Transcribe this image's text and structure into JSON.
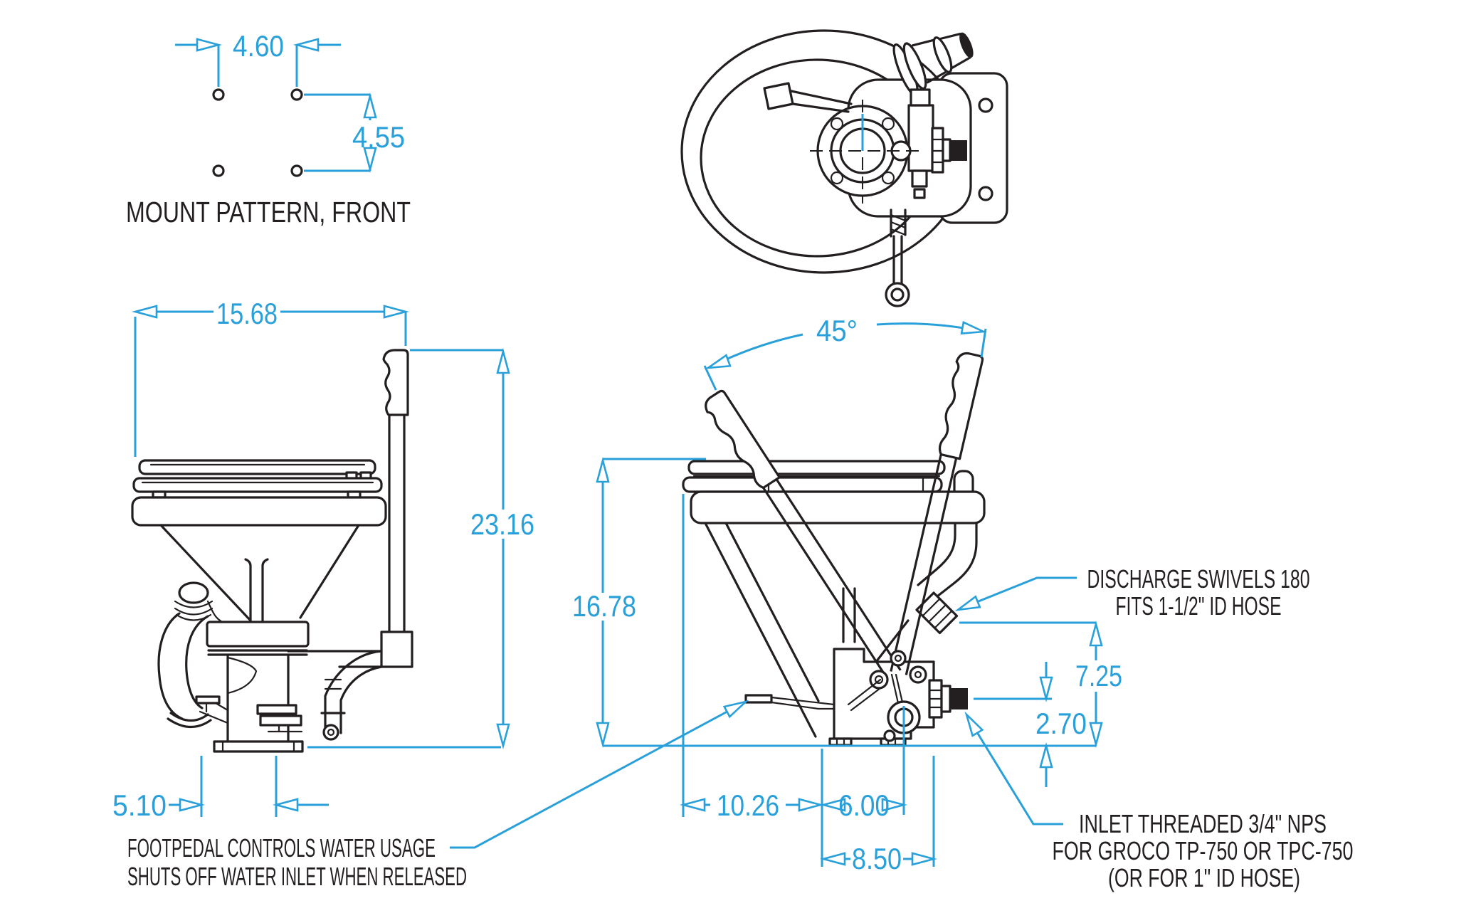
{
  "colors": {
    "dimension_blue": "#2aa0da",
    "line_black": "#231f20",
    "background": "#ffffff"
  },
  "labels": {
    "mount_pattern": "MOUNT PATTERN, FRONT"
  },
  "dims": {
    "mount_width": "4.60",
    "mount_height": "4.55",
    "side_width": "15.68",
    "side_height": "23.16",
    "base_offset": "5.10",
    "handle_arc": "45°",
    "front_height": "16.78",
    "discharge_height": "7.25",
    "inlet_height": "2.70",
    "left_width": "10.26",
    "discharge_offset": "6.00",
    "inlet_offset": "8.50"
  },
  "notes": {
    "discharge1": "DISCHARGE SWIVELS 180",
    "discharge2": "FITS 1-1/2\" ID HOSE",
    "footpedal1": "FOOTPEDAL CONTROLS WATER USAGE",
    "footpedal2": "SHUTS OFF WATER INLET WHEN RELEASED",
    "inlet1": "INLET THREADED 3/4\" NPS",
    "inlet2": "FOR GROCO TP-750 OR TPC-750",
    "inlet3": "(OR FOR 1\" ID HOSE)"
  }
}
